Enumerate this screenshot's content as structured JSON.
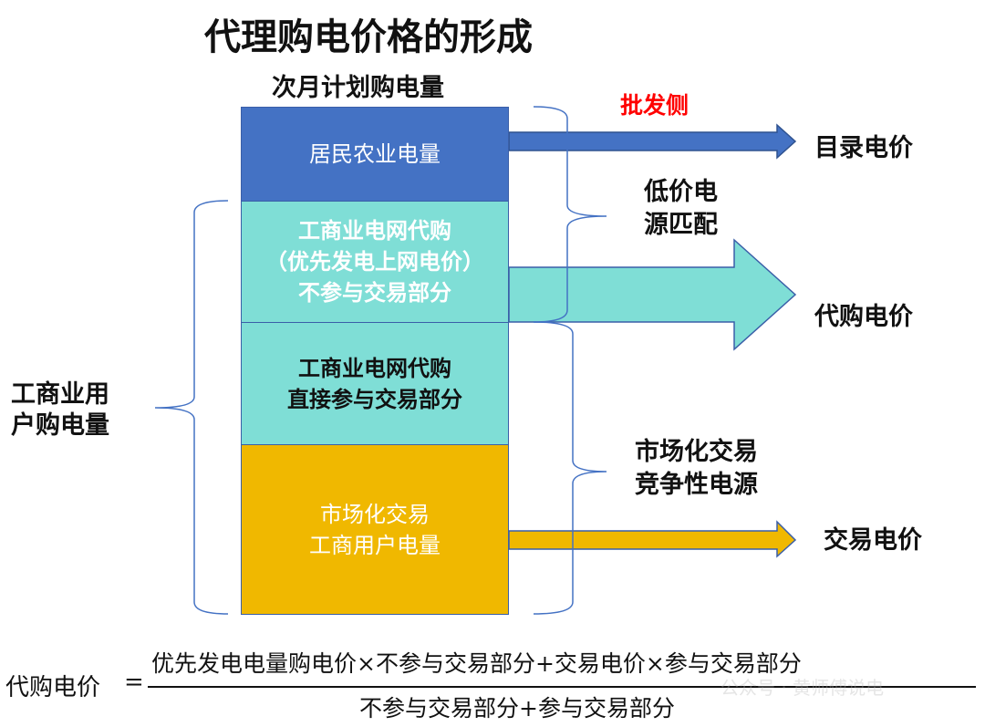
{
  "title": "代理购电价格的形成",
  "column_header": "次月计划购电量",
  "wholesale_label": "批发侧",
  "colors": {
    "blue": "#4472c4",
    "teal": "#7fded6",
    "yellow": "#f0b800",
    "red": "#ff0000"
  },
  "blocks": [
    {
      "lines": [
        "居民农业电量"
      ]
    },
    {
      "lines": [
        "工商业电网代购",
        "（优先发电上网电价）",
        "不参与交易部分"
      ]
    },
    {
      "lines": [
        "工商业电网代购",
        "直接参与交易部分"
      ]
    },
    {
      "lines": [
        "市场化交易",
        "工商用户电量"
      ]
    }
  ],
  "left_label": [
    "工商业用",
    "户购电量"
  ],
  "source_labels": {
    "low_price": [
      "低价电",
      "源匹配"
    ],
    "market": [
      "市场化交易",
      "竞争性电源"
    ]
  },
  "outputs": [
    "目录电价",
    "代购电价",
    "交易电价"
  ],
  "formula": {
    "lhs": "代购电价",
    "equals": "=",
    "numerator": "优先发电电量购电价×不参与交易部分+交易电价×参与交易部分",
    "denominator": "不参与交易部分+参与交易部分"
  },
  "watermark": "公众号 · 黄师傅说电"
}
